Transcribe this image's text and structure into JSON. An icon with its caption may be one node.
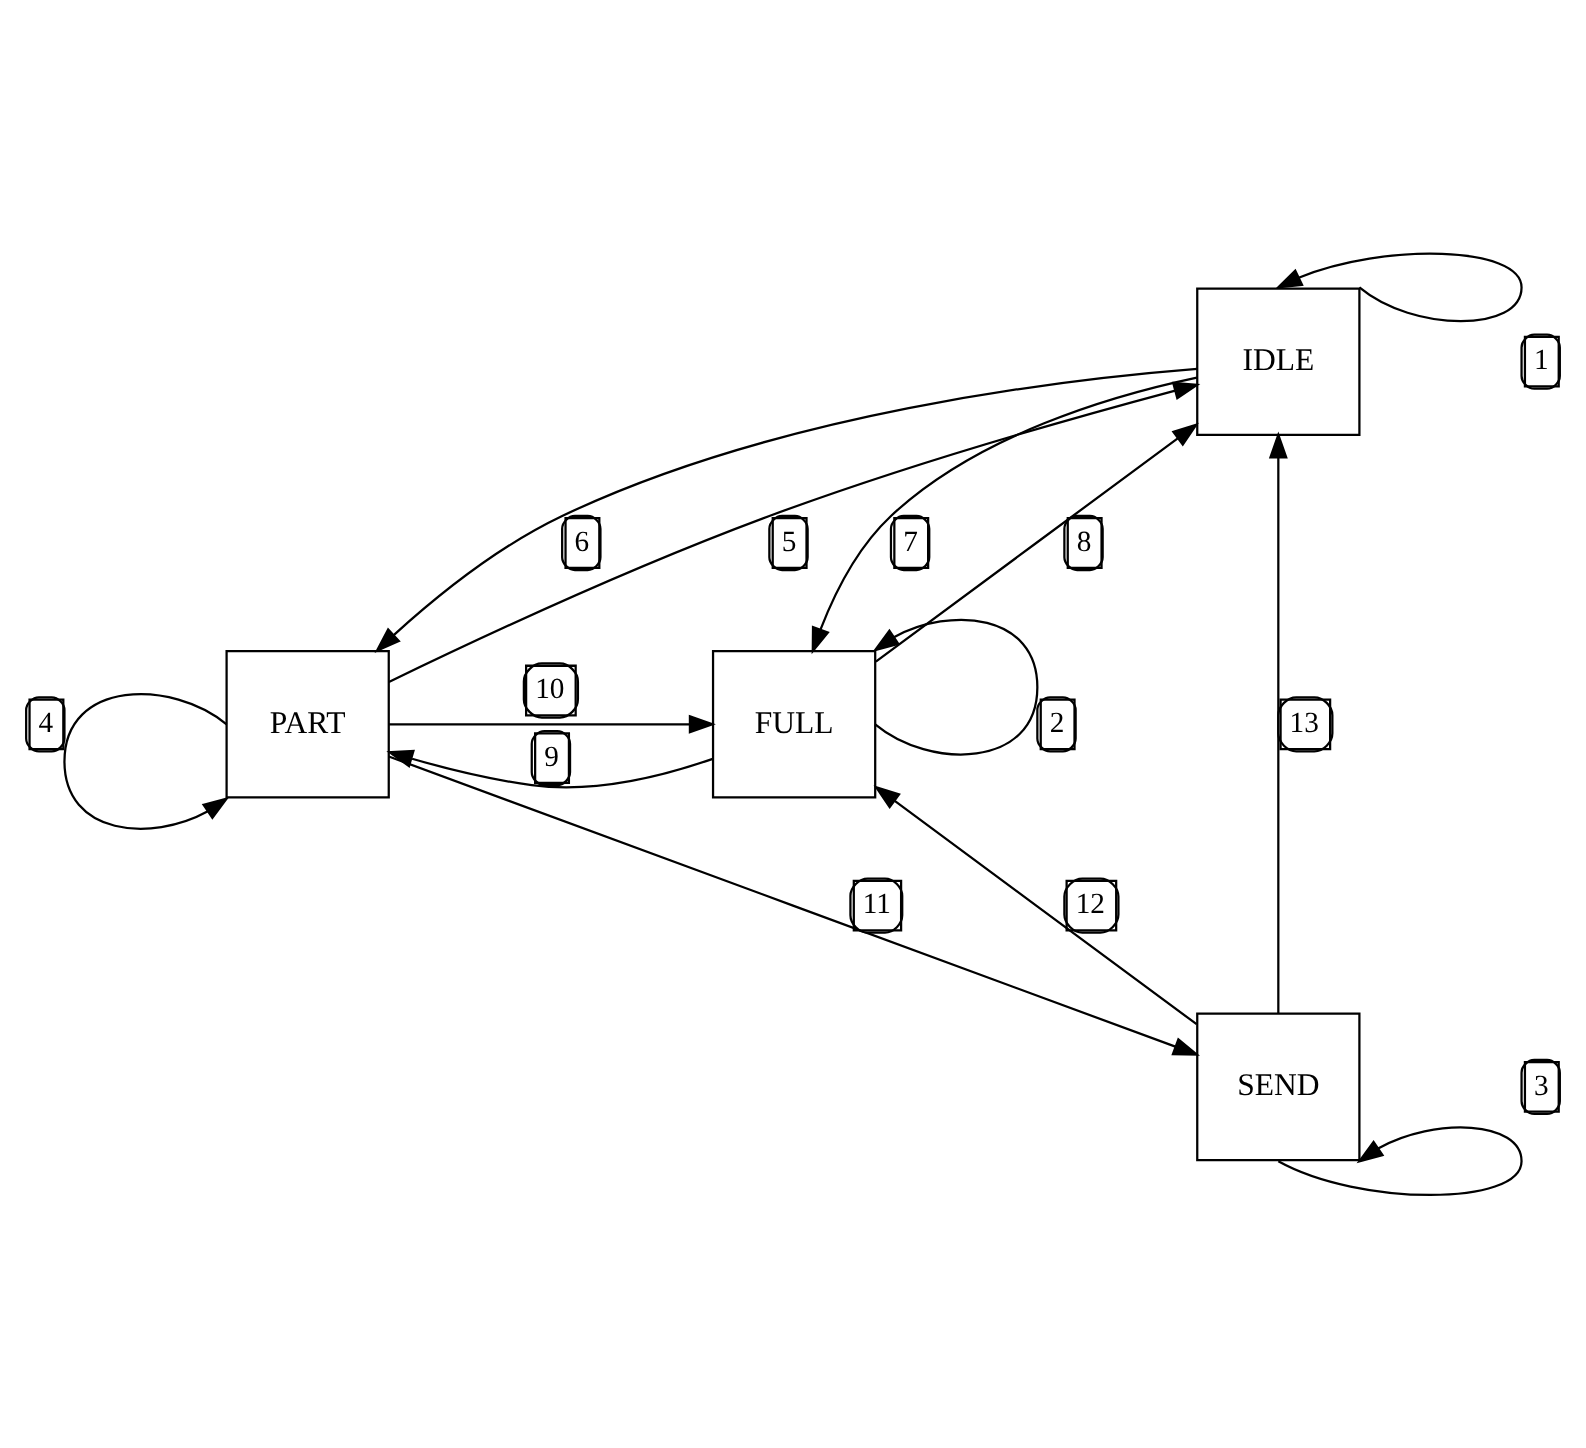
{
  "diagram": {
    "nodes": [
      {
        "text": [
          "IDLE"
        ]
      },
      {
        "text": [
          "PART"
        ]
      },
      {
        "text": [
          "FULL"
        ]
      },
      {
        "text": [
          "SEND"
        ]
      }
    ],
    "edges": [
      {
        "from": 0,
        "to": 0,
        "arrow": "to",
        "label": "1"
      },
      {
        "from": 2,
        "to": 2,
        "arrow": "to",
        "label": "2"
      },
      {
        "from": 3,
        "to": 3,
        "arrow": "to",
        "label": "3"
      },
      {
        "from": 1,
        "to": 1,
        "arrow": "to",
        "label": "4"
      },
      {
        "from": 1,
        "to": 0,
        "arrow": "to",
        "label": "5"
      },
      {
        "from": 0,
        "to": 1,
        "arrow": "to",
        "label": "6"
      },
      {
        "from": 0,
        "to": 2,
        "arrow": "to",
        "label": "7"
      },
      {
        "from": 2,
        "to": 0,
        "arrow": "to",
        "label": "8"
      },
      {
        "from": 2,
        "to": 1,
        "arrow": "to",
        "label": "9"
      },
      {
        "from": 1,
        "to": 2,
        "arrow": "to",
        "label": "10"
      },
      {
        "from": 1,
        "to": 3,
        "arrow": "to",
        "label": "11"
      },
      {
        "from": 3,
        "to": 2,
        "arrow": "to",
        "label": "12"
      },
      {
        "from": 3,
        "to": 0,
        "arrow": "to",
        "label": "13"
      }
    ]
  }
}
